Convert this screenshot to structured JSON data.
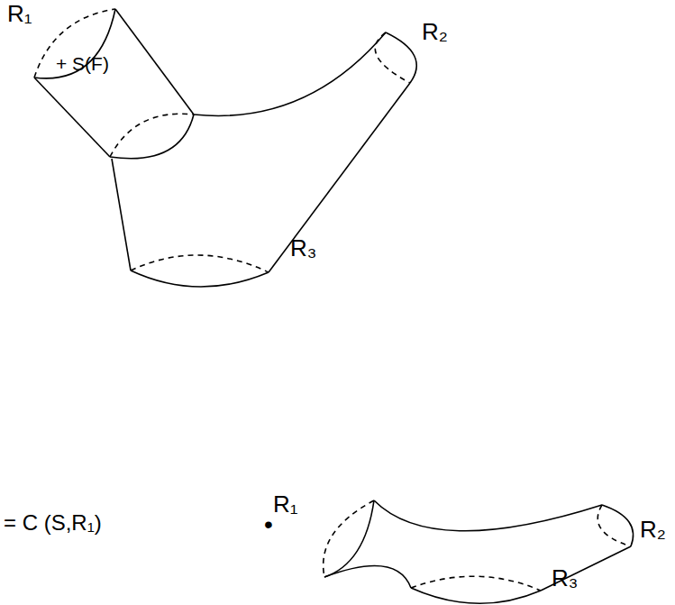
{
  "diagram": {
    "labels": [
      "R₁",
      "+ S(F)",
      "R₂",
      "R₃",
      "= C (S,R₁)",
      "•",
      "R₁",
      "R₂",
      "R₃"
    ]
  }
}
